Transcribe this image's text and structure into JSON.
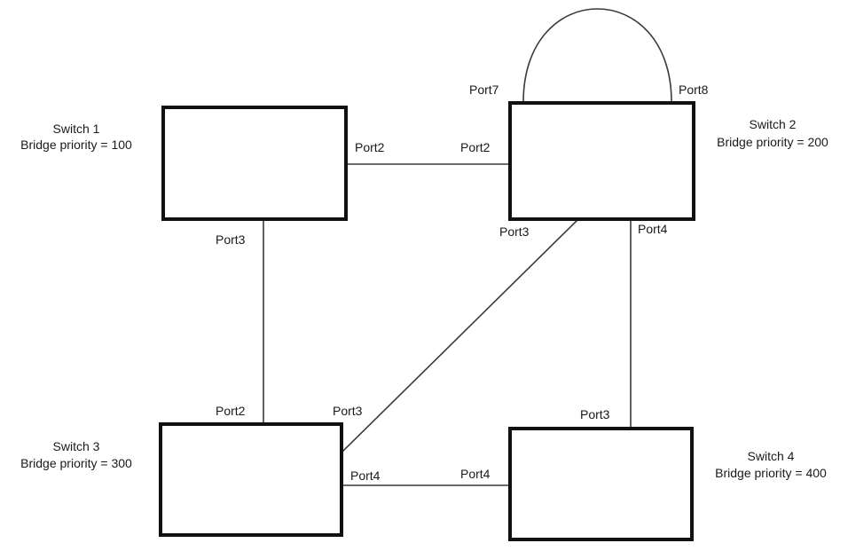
{
  "switches": [
    {
      "name": "Switch 1",
      "priority": "Bridge priority = 100"
    },
    {
      "name": "Switch 2",
      "priority": "Bridge priority = 200"
    },
    {
      "name": "Switch 3",
      "priority": "Bridge priority = 300"
    },
    {
      "name": "Switch 4",
      "priority": "Bridge priority = 400"
    }
  ],
  "ports": {
    "s1_port2": "Port2",
    "s1_port3": "Port3",
    "s2_port2": "Port2",
    "s2_port3": "Port3",
    "s2_port4": "Port4",
    "s2_port7": "Port7",
    "s2_port8": "Port8",
    "s3_port2": "Port2",
    "s3_port3": "Port3",
    "s3_port4": "Port4",
    "s4_port3": "Port3",
    "s4_port4": "Port4"
  },
  "colors": {
    "box_stroke": "#111111",
    "link_stroke": "#3a3a3a",
    "text": "#1a1a1a"
  }
}
